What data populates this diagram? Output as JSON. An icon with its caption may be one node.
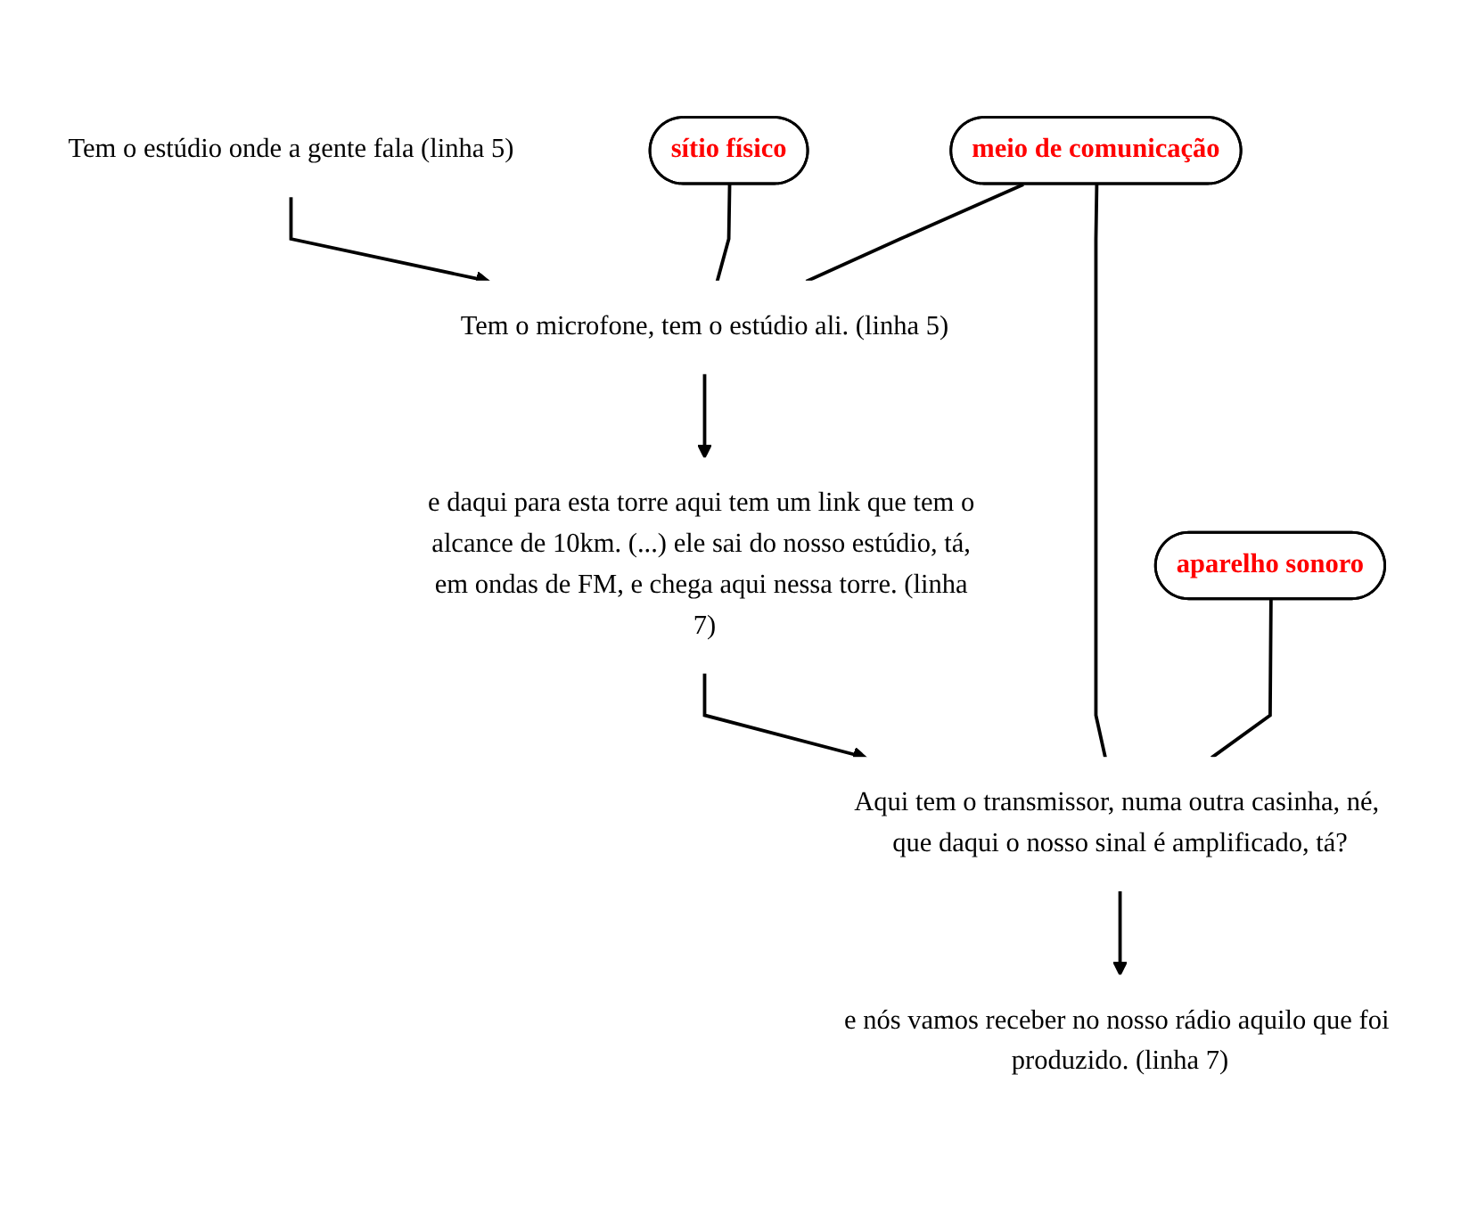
{
  "diagram": {
    "nodes": [
      {
        "text": [
          "Tem o estúdio onde a gente fala (linha 5)"
        ]
      },
      {
        "text": [
          "sítio físico"
        ]
      },
      {
        "text": [
          "Tem o microfone, tem o estúdio ali. (linha 5)"
        ]
      },
      {
        "text": [
          "e daqui para esta torre aqui tem um link que tem o alcance de 10km. (...) ele sai do nosso estúdio, tá, em ondas de FM, e chega aqui nessa torre. (linha 7)"
        ]
      },
      {
        "text": [
          "meio de comunicação"
        ]
      },
      {
        "text": [
          "Aqui tem o transmissor, numa outra casinha, né, que daqui o nosso sinal é amplificado, tá?"
        ]
      },
      {
        "text": [
          "e nós vamos receber no nosso rádio aquilo que foi produzido. (linha 7)"
        ]
      },
      {
        "text": [
          "aparelho sonoro"
        ]
      }
    ],
    "edges": [
      {
        "from": 0,
        "to": 2,
        "arrow": "to"
      },
      {
        "from": 1,
        "to": 2,
        "arrow": "none"
      },
      {
        "from": 2,
        "to": 3,
        "arrow": "to"
      },
      {
        "from": 4,
        "to": 2,
        "arrow": "none"
      },
      {
        "from": 3,
        "to": 5,
        "arrow": "to"
      },
      {
        "from": 4,
        "to": 5,
        "arrow": "none"
      },
      {
        "from": 5,
        "to": 6,
        "arrow": "to"
      },
      {
        "from": 7,
        "to": 5,
        "arrow": "none"
      }
    ]
  }
}
